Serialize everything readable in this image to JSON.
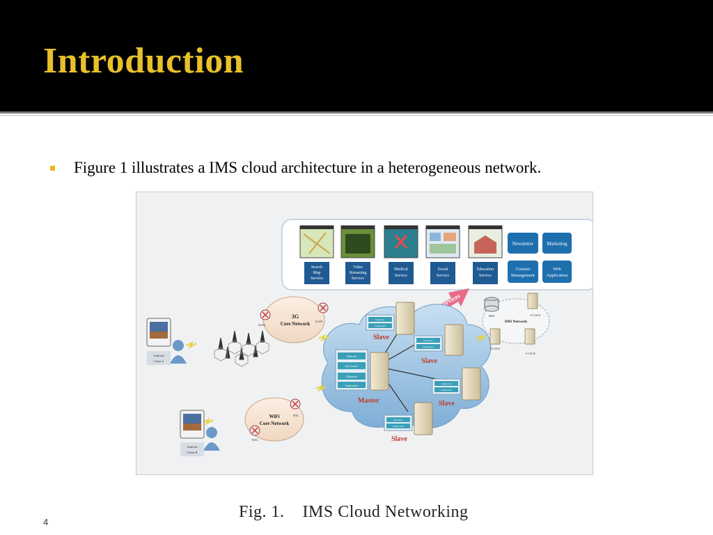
{
  "slide": {
    "title": "Introduction",
    "bullet_text": "Figure 1 illustrates a IMS cloud architecture in a heterogeneous network.",
    "caption": "Fig. 1.    IMS Cloud Networking",
    "page_number": "4"
  },
  "colors": {
    "header_bg": "#000000",
    "title": "#e8c02a",
    "bullet": "#f2b61c",
    "slave_label": "#c0392b",
    "services_arrow": "#e55c7a",
    "tile_blue": "#1e6fae"
  },
  "diagram": {
    "services": [
      {
        "label_1": "Search",
        "label_2": "Map",
        "label_3": "Service"
      },
      {
        "label_1": "Video",
        "label_2": "Streaming",
        "label_3": "Service"
      },
      {
        "label_1": "Medical",
        "label_2": "Service"
      },
      {
        "label_1": "Social",
        "label_2": "Service"
      },
      {
        "label_1": "Education",
        "label_2": "Service"
      }
    ],
    "blue_tiles": [
      {
        "label_1": "Newsletter"
      },
      {
        "label_1": "Marketing"
      },
      {
        "label_1": "Content",
        "label_2": "Management"
      },
      {
        "label_1": "Web",
        "label_2": "Application"
      }
    ],
    "services_arrow_label": "Services",
    "net_3g": {
      "line1": "3G",
      "line2": "Core Network",
      "sgsn": "SGSN",
      "ggsn": "GGSN"
    },
    "net_wifi": {
      "line1": "WiFi",
      "line2": "Core Network",
      "pdg": "PDG",
      "wag": "WAG"
    },
    "ims": {
      "title": "IMS Network",
      "hss": "HSS",
      "scscf": "S-CSCF",
      "pcscf": "P-CSCF",
      "icscf": "I-CSCF"
    },
    "master_label": "Master",
    "slave_label": "Slave",
    "master_panel": {
      "row1": "Network",
      "row2": "Job Tracker",
      "row3": "Datanode",
      "row4": "Tasktracker"
    },
    "slave_panel": {
      "row1": "Datanode",
      "row2": "Tasktracker"
    },
    "client_a": {
      "line1": "Android",
      "line2": "Client A"
    },
    "client_b": {
      "line1": "Android",
      "line2": "Client B"
    }
  }
}
